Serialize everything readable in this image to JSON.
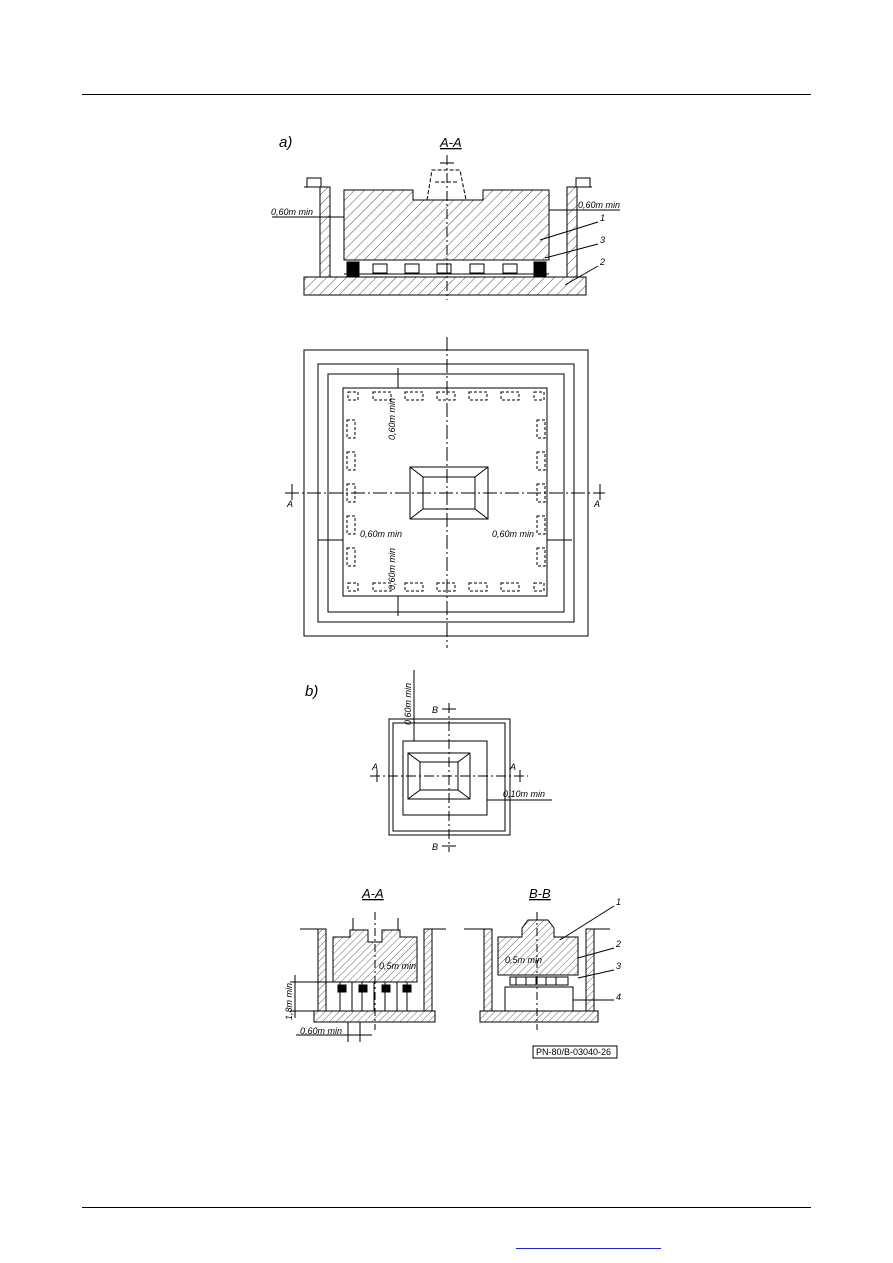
{
  "figure": {
    "part_a": {
      "label": "a)",
      "section_title": "A-A",
      "dimension_left": "0,60m min",
      "dimension_right": "0,60m min",
      "callouts": [
        "1",
        "3",
        "2"
      ]
    },
    "plan": {
      "cut_mark_left": "A",
      "cut_mark_right": "A",
      "dim_top": "0,60m min",
      "dim_left": "0,60m min",
      "dim_right": "0,60m min",
      "dim_bottom": "0,60m min"
    },
    "part_b": {
      "label": "b)",
      "dim_top": "0,60m min",
      "dim_right": "0,10m min",
      "cut_B_top": "B",
      "cut_B_bottom": "B",
      "cut_A_left": "A",
      "cut_A_right": "A"
    },
    "sections": {
      "aa_title": "A-A",
      "bb_title": "B-B",
      "aa_dim_inner": "0,5m min",
      "aa_dim_height": "1,8m min",
      "aa_dim_bottom": "0,60m min",
      "bb_dim_inner": "0,5m min",
      "callouts": [
        "1",
        "2",
        "3",
        "4"
      ],
      "standard_code": "PN-80/B-03040-26"
    }
  }
}
